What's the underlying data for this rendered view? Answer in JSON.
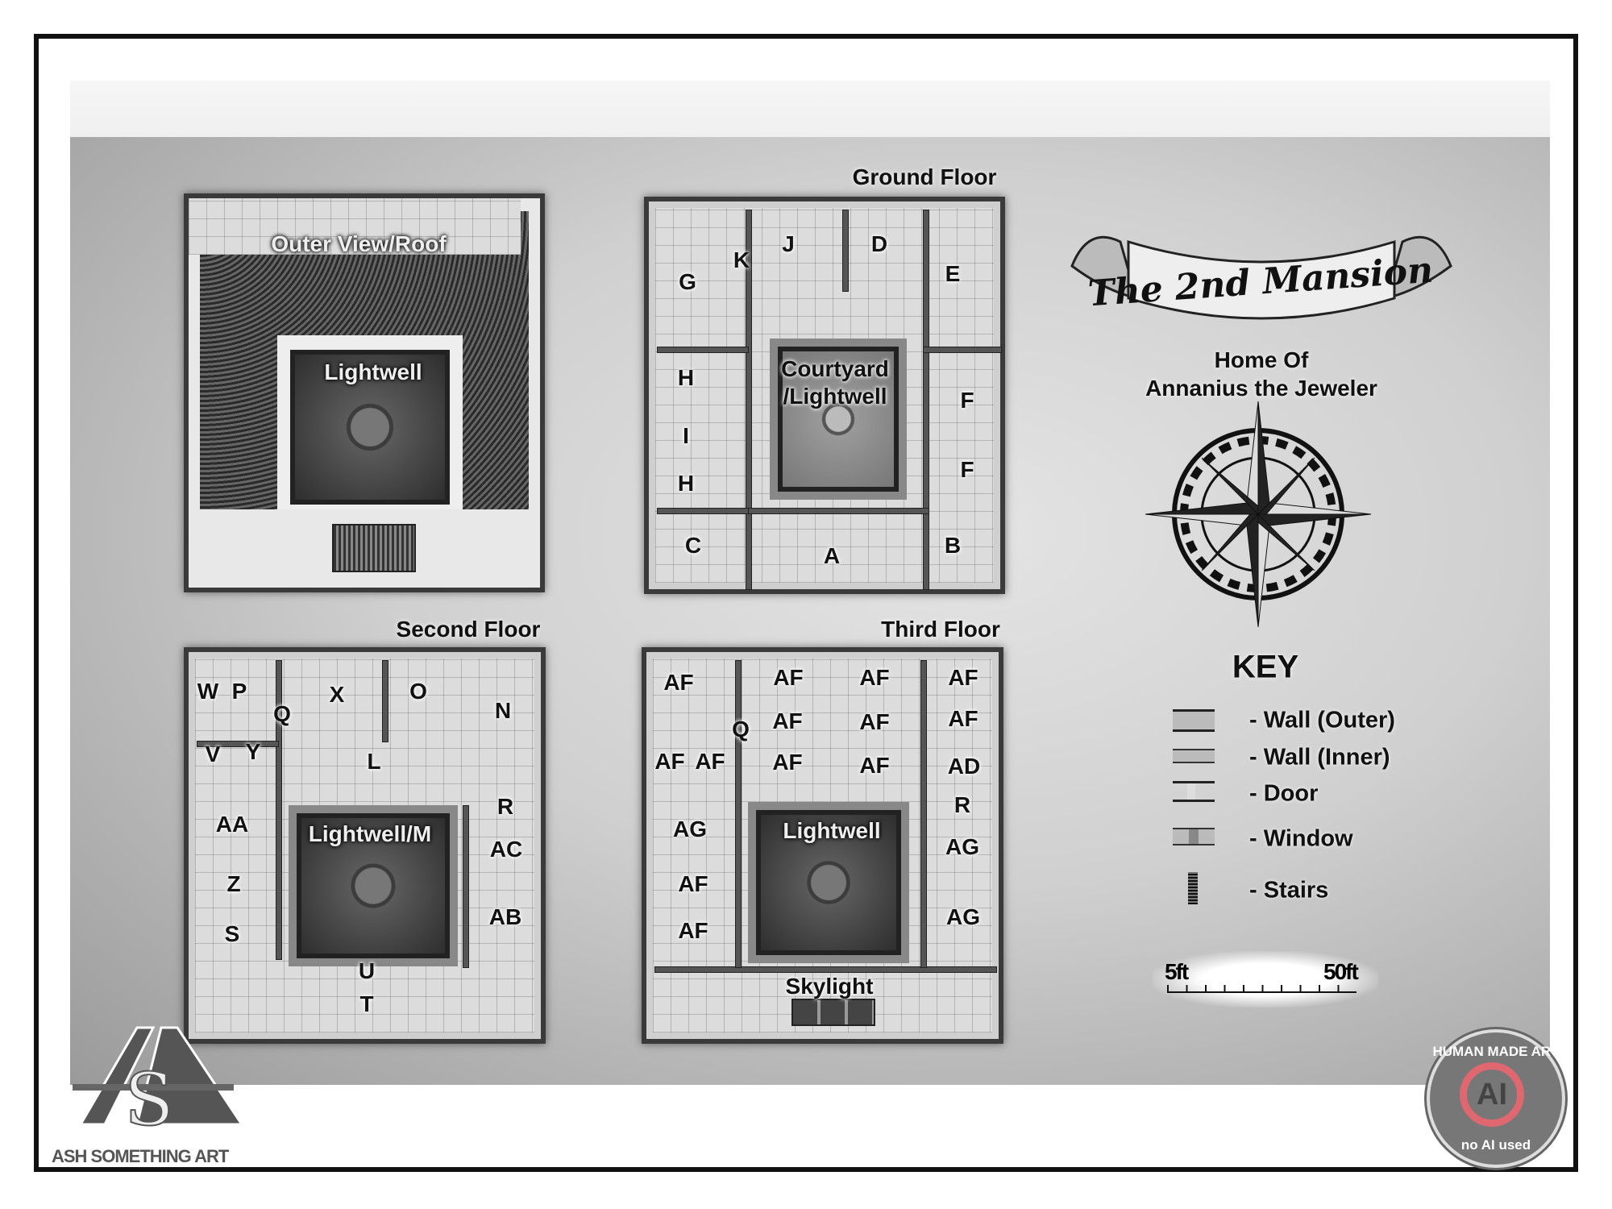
{
  "title_banner": "The 2nd Mansion",
  "subtitle": [
    "Home Of",
    "Annanius the Jeweler"
  ],
  "floors": {
    "roof": {
      "title": "Outer View/Roof",
      "labels": [
        "Lightwell"
      ]
    },
    "ground": {
      "title": "Ground Floor",
      "labels": [
        "G",
        "K",
        "J",
        "D",
        "E",
        "H",
        "Courtyard",
        "/Lightwell",
        "F",
        "I",
        "F",
        "H",
        "C",
        "A",
        "B"
      ]
    },
    "second": {
      "title": "Second Floor",
      "labels": [
        "W",
        "P",
        "Q",
        "X",
        "O",
        "N",
        "V",
        "Y",
        "L",
        "AA",
        "Lightwell/M",
        "R",
        "AC",
        "Z",
        "AB",
        "S",
        "U",
        "T"
      ]
    },
    "third": {
      "title": "Third Floor",
      "labels": [
        "AF",
        "AF",
        "AF",
        "AF",
        "AF",
        "AF",
        "AF",
        "Q",
        "AF",
        "AF",
        "AF",
        "AF",
        "AD",
        "R",
        "AG",
        "Lightwell",
        "AG",
        "AF",
        "AG",
        "AF",
        "Skylight"
      ]
    }
  },
  "key": {
    "title": "KEY",
    "items": [
      "- Wall (Outer)",
      "- Wall (Inner)",
      "- Door",
      "- Window",
      "- Stairs"
    ]
  },
  "scale": {
    "start": "5ft",
    "end": "50ft"
  },
  "logo_text": "ASH SOMETHING ART",
  "badge": {
    "top": "HUMAN MADE ART",
    "bottom": "no AI used",
    "center": "AI"
  }
}
